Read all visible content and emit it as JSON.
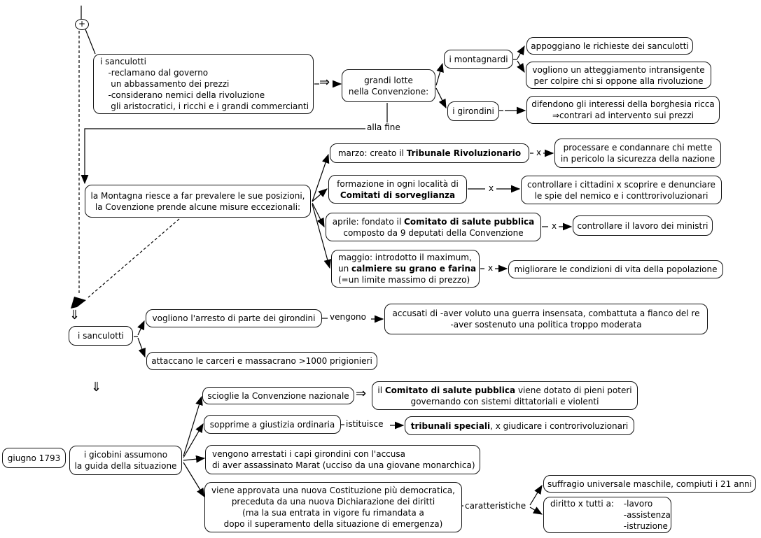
{
  "symbols": {
    "plus": "+",
    "double_down_arrow": "⇓",
    "double_right_arrow": "⇒",
    "x_link": "x"
  },
  "labels": {
    "alla_fine": "alla fine",
    "vengono": "vengono",
    "istituisce": "istituisce",
    "caratteristiche": "caratteristiche"
  },
  "boxes": {
    "sanculotti_main": {
      "lines": [
        "i sanculotti",
        "   -reclamano dal governo",
        "    un abbassamento dei prezzi",
        "   -considerano nemici della rivoluzione",
        "    gli aristocratici, i ricchi e i grandi commercianti"
      ]
    },
    "grandi_lotte": {
      "lines": [
        "grandi lotte",
        "nella Convenzione:"
      ]
    },
    "montagnardi": {
      "text": "i montagnardi"
    },
    "girondini": {
      "text": "i girondini"
    },
    "appoggiano": {
      "text": "appoggiano le richieste dei sanculotti"
    },
    "vogliono_att": {
      "lines": [
        "vogliono un atteggiamento intransigente",
        "per colpire chi si oppone alla rivoluzione"
      ]
    },
    "difendono": {
      "lines": [
        "difendono gli interessi della borghesia ricca",
        "⇒contrari ad intervento sui prezzi"
      ]
    },
    "montagna": {
      "lines": [
        "la Montagna riesce a far prevalere le sue posizioni,",
        "la Covenzione prende alcune misure eccezionali:"
      ]
    },
    "marzo": {
      "pre": "marzo: creato il ",
      "bold": "Tribunale Rivoluzionario"
    },
    "formazione": {
      "line1": "formazione in ogni località di",
      "bold": "Comitati di sorveglianza"
    },
    "aprile": {
      "pre": "aprile: fondato il ",
      "bold": "Comitato di salute pubblica",
      "line2": "composto da 9 deputati della Convenzione"
    },
    "maggio": {
      "line1": "maggio: introdotto il maximum,",
      "pre": "un ",
      "bold": "calmiere su grano e farina",
      "line3": "(=un limite massimo di prezzo)"
    },
    "processare": {
      "lines": [
        "processare e condannare chi mette",
        "in pericolo la sicurezza della nazione"
      ]
    },
    "controllare_cittadini": {
      "lines": [
        "controllare i cittadini x scoprire e denunciare",
        "le spie del nemico e i conttrorivoluzionari"
      ]
    },
    "controllare_ministri": {
      "text": "controllare il lavoro dei ministri"
    },
    "migliorare": {
      "text": "migliorare le condizioni di vita della popolazione"
    },
    "sanculotti2": {
      "text": "i sanculotti"
    },
    "vogliono_arresto": {
      "text": "vogliono l'arresto di parte dei girondini"
    },
    "accusati": {
      "lines": [
        "accusati di -aver voluto una guerra insensata, combattuta a fianco del re",
        "-aver sostenuto una politica troppo moderata"
      ]
    },
    "attaccano": {
      "text": "attaccano le carceri e massacrano >1000 prigionieri"
    },
    "giugno": {
      "text": "giugno 1793"
    },
    "gicobini": {
      "lines": [
        "i gicobini assumono",
        "la guida della situazione"
      ]
    },
    "scioglie": {
      "text": "scioglie la Convenzione nazionale"
    },
    "comitato_poteri": {
      "pre": "il ",
      "bold": "Comitato di salute pubblica",
      "post": " viene dotato di pieni poteri",
      "line2": "governando con sistemi dittatoriali e violenti"
    },
    "sopprime": {
      "text": "sopprime a giustizia ordinaria"
    },
    "tribunali": {
      "bold": "tribunali speciali",
      "post": ", x giudicare i controrivoluzionari"
    },
    "arrestati": {
      "lines": [
        "vengono arrestati i capi girondini con l'accusa",
        "di aver assassinato Marat (ucciso da una giovane monarchica)"
      ]
    },
    "costituzione": {
      "lines": [
        "viene approvata una nuova Costituzione più democratica,",
        "preceduta da una nuova Dichiarazione dei diritti",
        "(ma la sua entrata in vigore fu rimandata a",
        "dopo il superamento della situazione di emergenza)"
      ]
    },
    "suffragio": {
      "text": "suffragio universale maschile, compiuti i 21 anni"
    },
    "diritto": {
      "label": "diritto x tutti a: ",
      "items": [
        "-lavoro",
        "-assistenza",
        "-istruzione"
      ]
    }
  },
  "colors": {
    "stroke": "#000000",
    "background": "#ffffff"
  }
}
